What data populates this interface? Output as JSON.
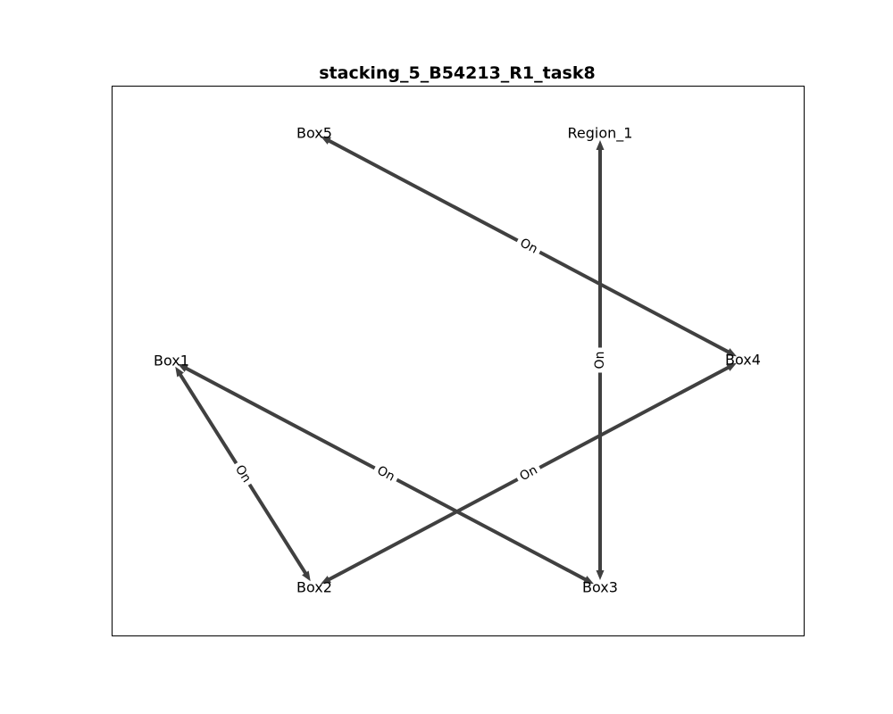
{
  "title": "stacking_5_B54213_R1_task8",
  "nodes": [
    {
      "id": "box5",
      "label": "Box5"
    },
    {
      "id": "region1",
      "label": "Region_1"
    },
    {
      "id": "box1",
      "label": "Box1"
    },
    {
      "id": "box4",
      "label": "Box4"
    },
    {
      "id": "box2",
      "label": "Box2"
    },
    {
      "id": "box3",
      "label": "Box3"
    }
  ],
  "edges": [
    {
      "id": "box4-box5",
      "label": "On"
    },
    {
      "id": "box3-region1",
      "label": "On"
    },
    {
      "id": "box1-box3",
      "label": "On"
    },
    {
      "id": "box1-box2",
      "label": "On"
    },
    {
      "id": "box2-box4",
      "label": "On"
    }
  ],
  "colors": {
    "edge": "#404040",
    "background": "#ffffff"
  }
}
